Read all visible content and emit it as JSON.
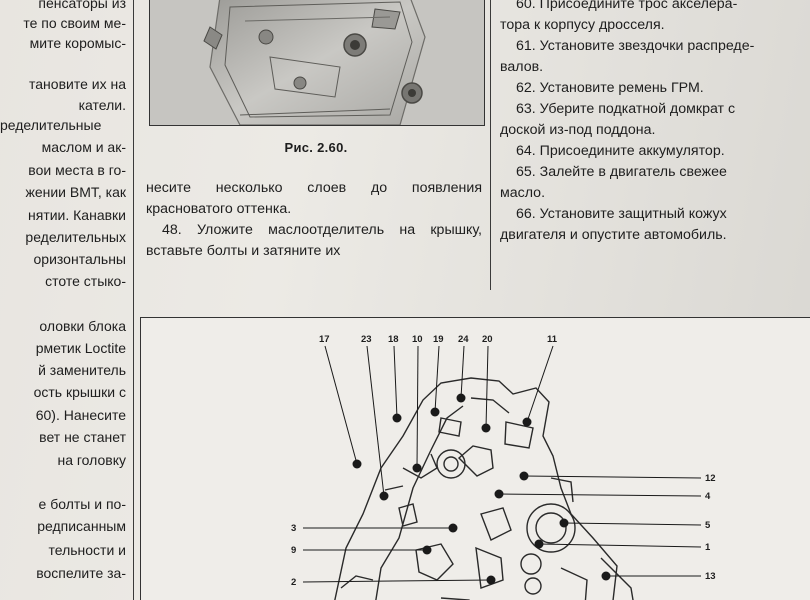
{
  "left_column": {
    "lines": [
      "пенсаторы из",
      "те по своим ме-",
      "мите коромыс-",
      "тановите их на",
      "катели.",
      "ределительные",
      "маслом и ак-",
      "вои места в го-",
      "жении ВМТ, как",
      "нятии. Канавки",
      "ределительных",
      "оризонтальны",
      "стоте стыко-",
      "оловки блока",
      "рметик Loctite",
      "й заменитель",
      "ость крышки с",
      "60). Нанесите",
      "вет не станет",
      "на головку",
      "е болты и по-",
      "редписанным",
      "тельности и",
      "воспелите за-"
    ]
  },
  "figure_top": {
    "caption": "Рис. 2.60."
  },
  "middle_column": {
    "paragraphs": [
      "несите несколько слоев до появления красноватого оттенка.",
      "48. Уложите маслоотделитель на крышку, вставьте болты и затяните их"
    ]
  },
  "right_column": {
    "lines": [
      "60. Присоедините трос акселера-",
      "тора к корпусу дросселя.",
      "61. Установите звездочки распреде-",
      "валов.",
      "62. Установите ремень ГРМ.",
      "63. Уберите подкатной домкрат с",
      "доской из-под поддона.",
      "64. Присоедините аккумулятор.",
      "65. Залейте в двигатель свежее",
      "масло.",
      "66. Установите защитный кожух",
      "двигателя и опустите автомобиль."
    ]
  },
  "diagram": {
    "top_labels": [
      "17",
      "23",
      "18",
      "10",
      "19",
      "24",
      "20",
      "11"
    ],
    "right_labels": [
      "12",
      "4",
      "5",
      "1",
      "13"
    ],
    "left_labels": [
      "3",
      "9",
      "2"
    ]
  }
}
